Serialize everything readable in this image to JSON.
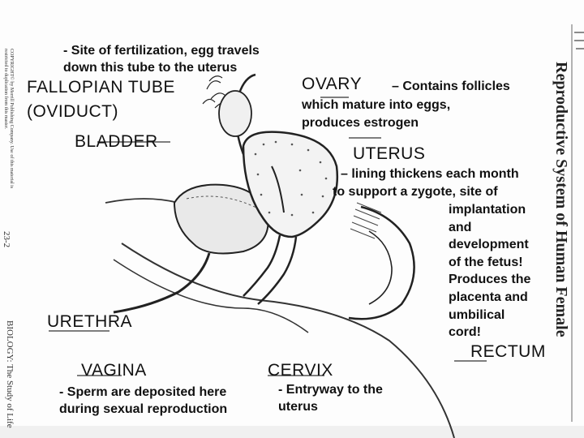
{
  "labels": {
    "fallopian_note": "- Site of fertilization, egg travels down this tube to the uterus",
    "fallopian_tube": "FALLOPIAN TUBE",
    "oviduct": "(OVIDUCT)",
    "bladder": "BLADDER",
    "ovary": "OVARY",
    "ovary_note_1": "– Contains follicles",
    "ovary_note_2": "which mature into eggs,",
    "ovary_note_3": "produces estrogen",
    "uterus": "UTERUS",
    "uterus_note_1": "– lining thickens each month",
    "uterus_note_2": "to support a zygote, site of",
    "uterus_note_3": "implantation",
    "uterus_note_4": "and",
    "uterus_note_5": "development",
    "uterus_note_6": "of the fetus!",
    "uterus_note_7": "Produces the",
    "uterus_note_8": "placenta and",
    "uterus_note_9": "umbilical",
    "uterus_note_10": "cord!",
    "urethra": "URETHRA",
    "vagina": "VAGINA",
    "vagina_note": "- Sperm are deposited here during sexual reproduction",
    "cervix": "CERVIX",
    "cervix_note": "- Entryway to the uterus",
    "rectum": "RECTUM"
  },
  "worksheet": {
    "title": "Reproductive System of Human Female",
    "footer": "BIOLOGY: The Study of Life",
    "page": "23-2",
    "copyright": "COPYRIGHT© by Merrill Publishing Company. Use of this material is restricted to duplication from this master."
  },
  "colors": {
    "ink": "#111111",
    "line": "#333333"
  }
}
